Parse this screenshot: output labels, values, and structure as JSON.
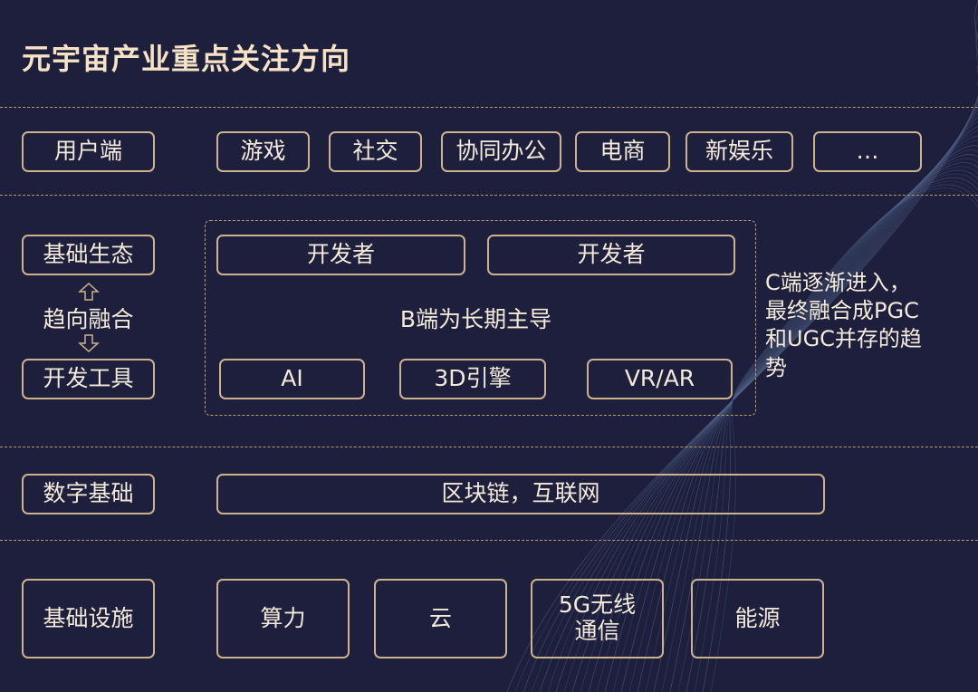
{
  "title": "元宇宙产业重点关注方向",
  "rows": {
    "user": {
      "label": "用户端",
      "items": [
        "游戏",
        "社交",
        "协同办公",
        "电商",
        "新娱乐",
        "…"
      ]
    },
    "ecosystem": {
      "label_top": "基础生态",
      "label_middle": "趋向融合",
      "label_bottom": "开发工具",
      "developers": [
        "开发者",
        "开发者"
      ],
      "center_text": "B端为长期主导",
      "tools": [
        "AI",
        "3D引擎",
        "VR/AR"
      ],
      "side_note": "C端逐渐进入，\n最终融合成PGC\n和UGC并存的趋\n势"
    },
    "digital": {
      "label": "数字基础",
      "content": "区块链，互联网"
    },
    "infra": {
      "label": "基础设施",
      "items": [
        "算力",
        "云",
        "5G无线\n通信",
        "能源"
      ]
    }
  },
  "colors": {
    "background": "#1d1f3d",
    "accent": "#cdb38d",
    "text": "#f3ead9"
  }
}
